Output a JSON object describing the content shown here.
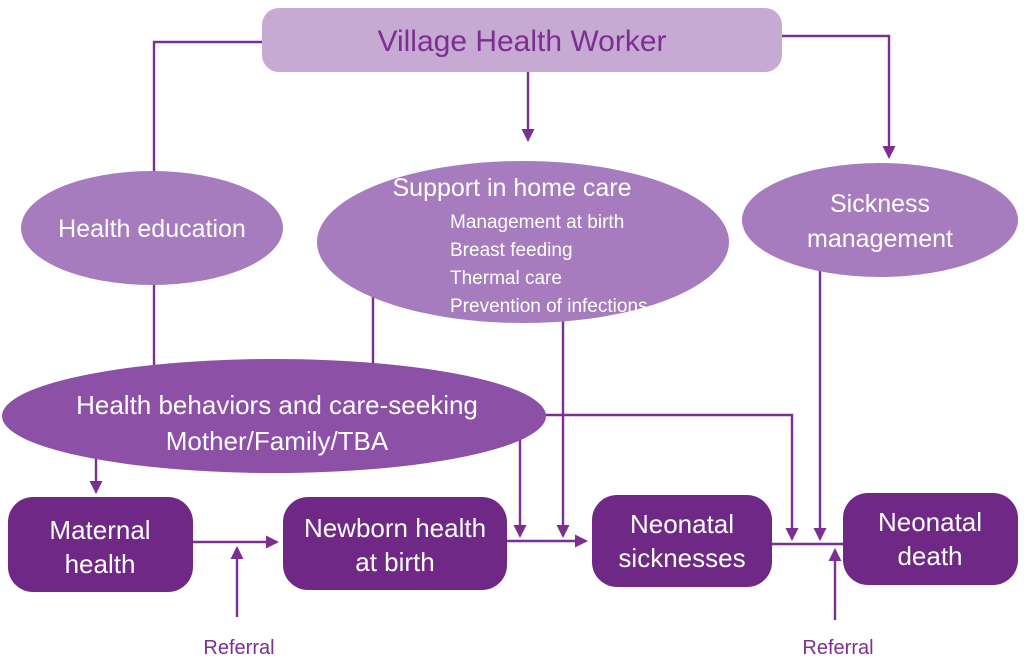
{
  "diagram": {
    "title": "Village Health Worker",
    "nodes": {
      "vhw": {
        "label": "Village Health Worker"
      },
      "health_education": {
        "label": "Health education"
      },
      "support_home_care": {
        "title": "Support in home care",
        "items": [
          "Management at birth",
          "Breast feeding",
          "Thermal care",
          "Prevention of infections"
        ]
      },
      "sickness_management": {
        "line1": "Sickness",
        "line2": "management"
      },
      "health_behaviors": {
        "line1": "Health behaviors and care-seeking",
        "line2": "Mother/Family/TBA"
      },
      "maternal_health": {
        "line1": "Maternal",
        "line2": "health"
      },
      "newborn_health": {
        "line1": "Newborn health",
        "line2": "at birth"
      },
      "neonatal_sicknesses": {
        "line1": "Neonatal",
        "line2": "sicknesses"
      },
      "neonatal_death": {
        "line1": "Neonatal",
        "line2": "death"
      }
    },
    "labels": {
      "referral_left": "Referral",
      "referral_right": "Referral"
    },
    "colors": {
      "node_light": "#c6aad4",
      "node_medium": "#a77cbe",
      "node_dark_ellipse": "#8c50a7",
      "node_dark_box": "#6f2886",
      "line": "#7c2f90",
      "text_on_dark": "#ffffff",
      "text_title": "#7c2f90"
    }
  }
}
